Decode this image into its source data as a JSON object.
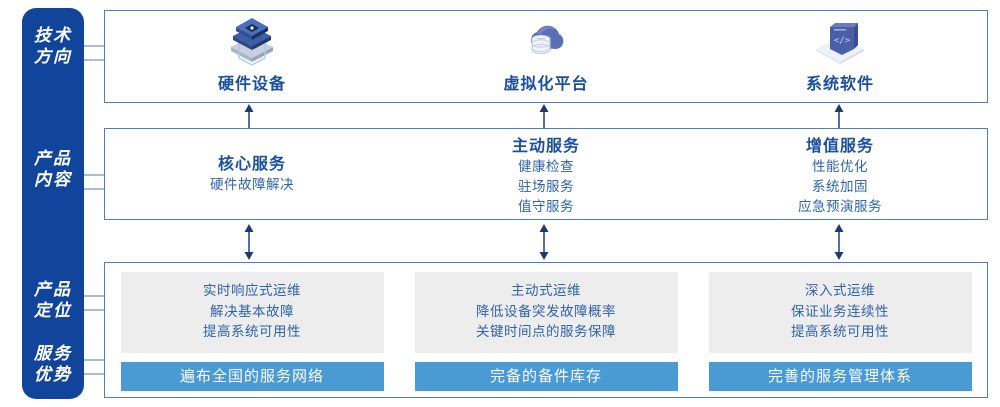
{
  "rail": {
    "labels": [
      {
        "id": "tech",
        "text": "技术\n方向"
      },
      {
        "id": "prod",
        "text": "产品\n内容"
      },
      {
        "id": "pos",
        "text": "产品\n定位"
      },
      {
        "id": "adv",
        "text": "服务\n优势"
      }
    ]
  },
  "colors": {
    "rail_blue": "#10459B",
    "panel_border": "#4a7fc1",
    "title_blue": "#1b4fa0",
    "body_blue": "#2f63ab",
    "accent_blue": "#4A9BD4",
    "gray_box": "#ededed"
  },
  "tech_row": {
    "items": [
      {
        "icon": "server-stack-icon",
        "label": "硬件设备"
      },
      {
        "icon": "cloud-database-icon",
        "label": "虚拟化平台"
      },
      {
        "icon": "laptop-code-icon",
        "label": "系统软件"
      }
    ]
  },
  "product_row": {
    "items": [
      {
        "title": "核心服务",
        "lines": [
          "硬件故障解决"
        ]
      },
      {
        "title": "主动服务",
        "lines": [
          "健康检查",
          "驻场服务",
          "值守服务"
        ]
      },
      {
        "title": "增值服务",
        "lines": [
          "性能优化",
          "系统加固",
          "应急预演服务"
        ]
      }
    ]
  },
  "bottom_row": {
    "items": [
      {
        "position_lines": [
          "实时响应式运维",
          "解决基本故障",
          "提高系统可用性"
        ],
        "advantage": "遍布全国的服务网络"
      },
      {
        "position_lines": [
          "主动式运维",
          "降低设备突发故障概率",
          "关键时间点的服务保障"
        ],
        "advantage": "完备的备件库存"
      },
      {
        "position_lines": [
          "深入式运维",
          "保证业务连续性",
          "提高系统可用性"
        ],
        "advantage": "完善的服务管理体系"
      }
    ]
  },
  "connectors": {
    "tech_to_prod": "up-arrow",
    "prod_to_bottom": "up-down-arrow",
    "bottom_in": "down-arrow"
  }
}
